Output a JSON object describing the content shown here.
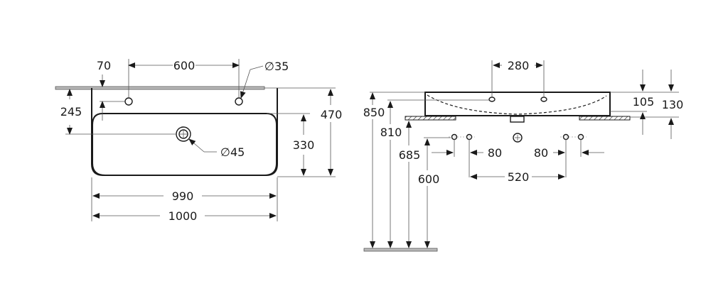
{
  "drawing": {
    "units": "mm",
    "top_view": {
      "dimensions": {
        "tap_offset": "70",
        "tap_spacing": "600",
        "tap_hole_diameter": "∅35",
        "depth_to_waste": "245",
        "overall_depth": "470",
        "bowl_depth": "330",
        "waste_diameter": "∅45",
        "bowl_width": "990",
        "overall_width": "1000"
      }
    },
    "side_view": {
      "dimensions": {
        "tap_spacing": "280",
        "bowl_height": "105",
        "overall_height": "130",
        "height_top": "850",
        "height_rim": "810",
        "height_supply": "685",
        "height_waste": "600",
        "supply_left_spacing": "80",
        "supply_right_spacing": "80",
        "supply_center_spacing": "520"
      }
    },
    "colors": {
      "line": "#1a1a1a",
      "dim_line": "#555555",
      "wall": "#999999"
    }
  }
}
